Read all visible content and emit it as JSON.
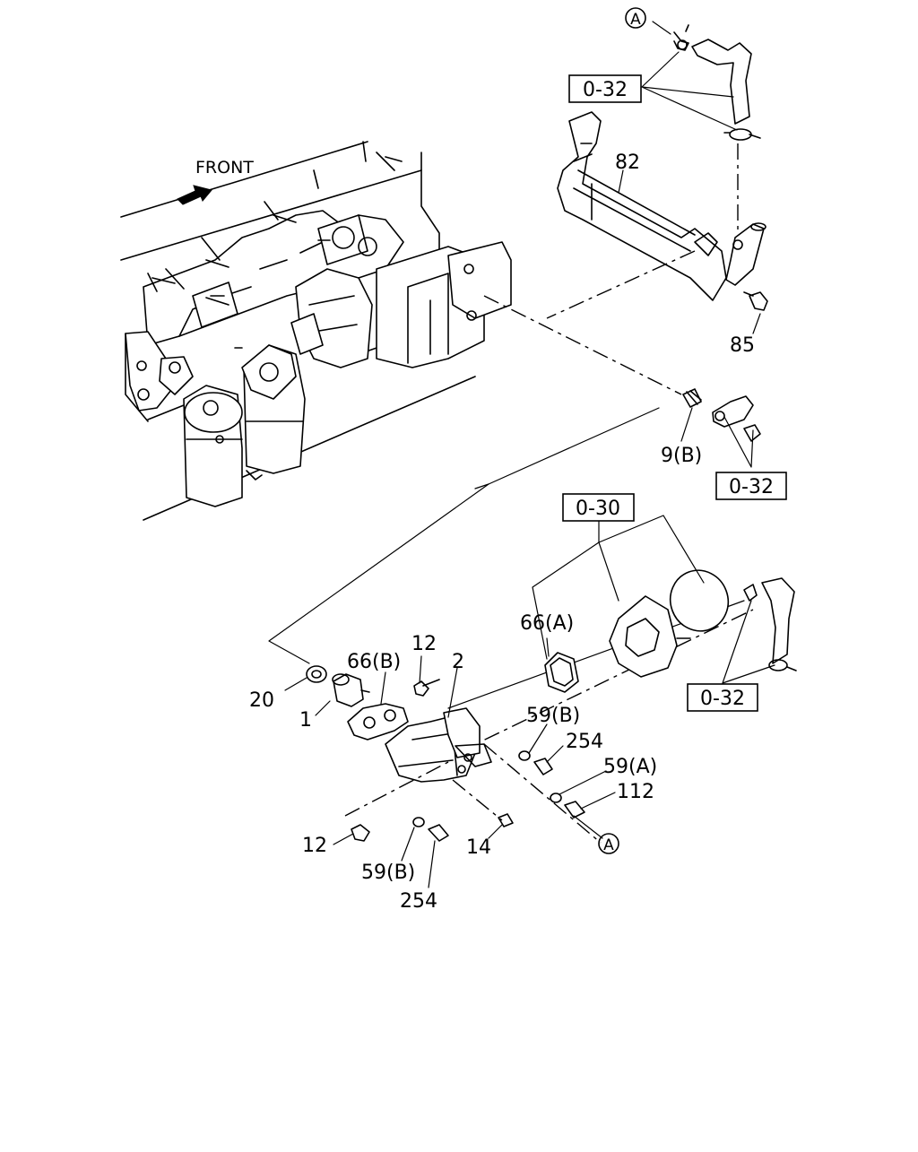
{
  "diagram": {
    "direction_label": "FRONT",
    "refs": {
      "r1": "0-32",
      "r2": "0-32",
      "r3": "0-30",
      "r4": "0-32"
    },
    "callouts": {
      "a_top": "A",
      "a_bottom": "A"
    },
    "labels": {
      "p82": "82",
      "p85": "85",
      "p9b": "9(B)",
      "p66a": "66(A)",
      "p12a": "12",
      "p66b": "66(B)",
      "p2": "2",
      "p20": "20",
      "p1": "1",
      "p59b_a": "59(B)",
      "p254_a": "254",
      "p59a": "59(A)",
      "p112": "112",
      "p12b": "12",
      "p14": "14",
      "p59b_b": "59(B)",
      "p254_b": "254"
    }
  }
}
